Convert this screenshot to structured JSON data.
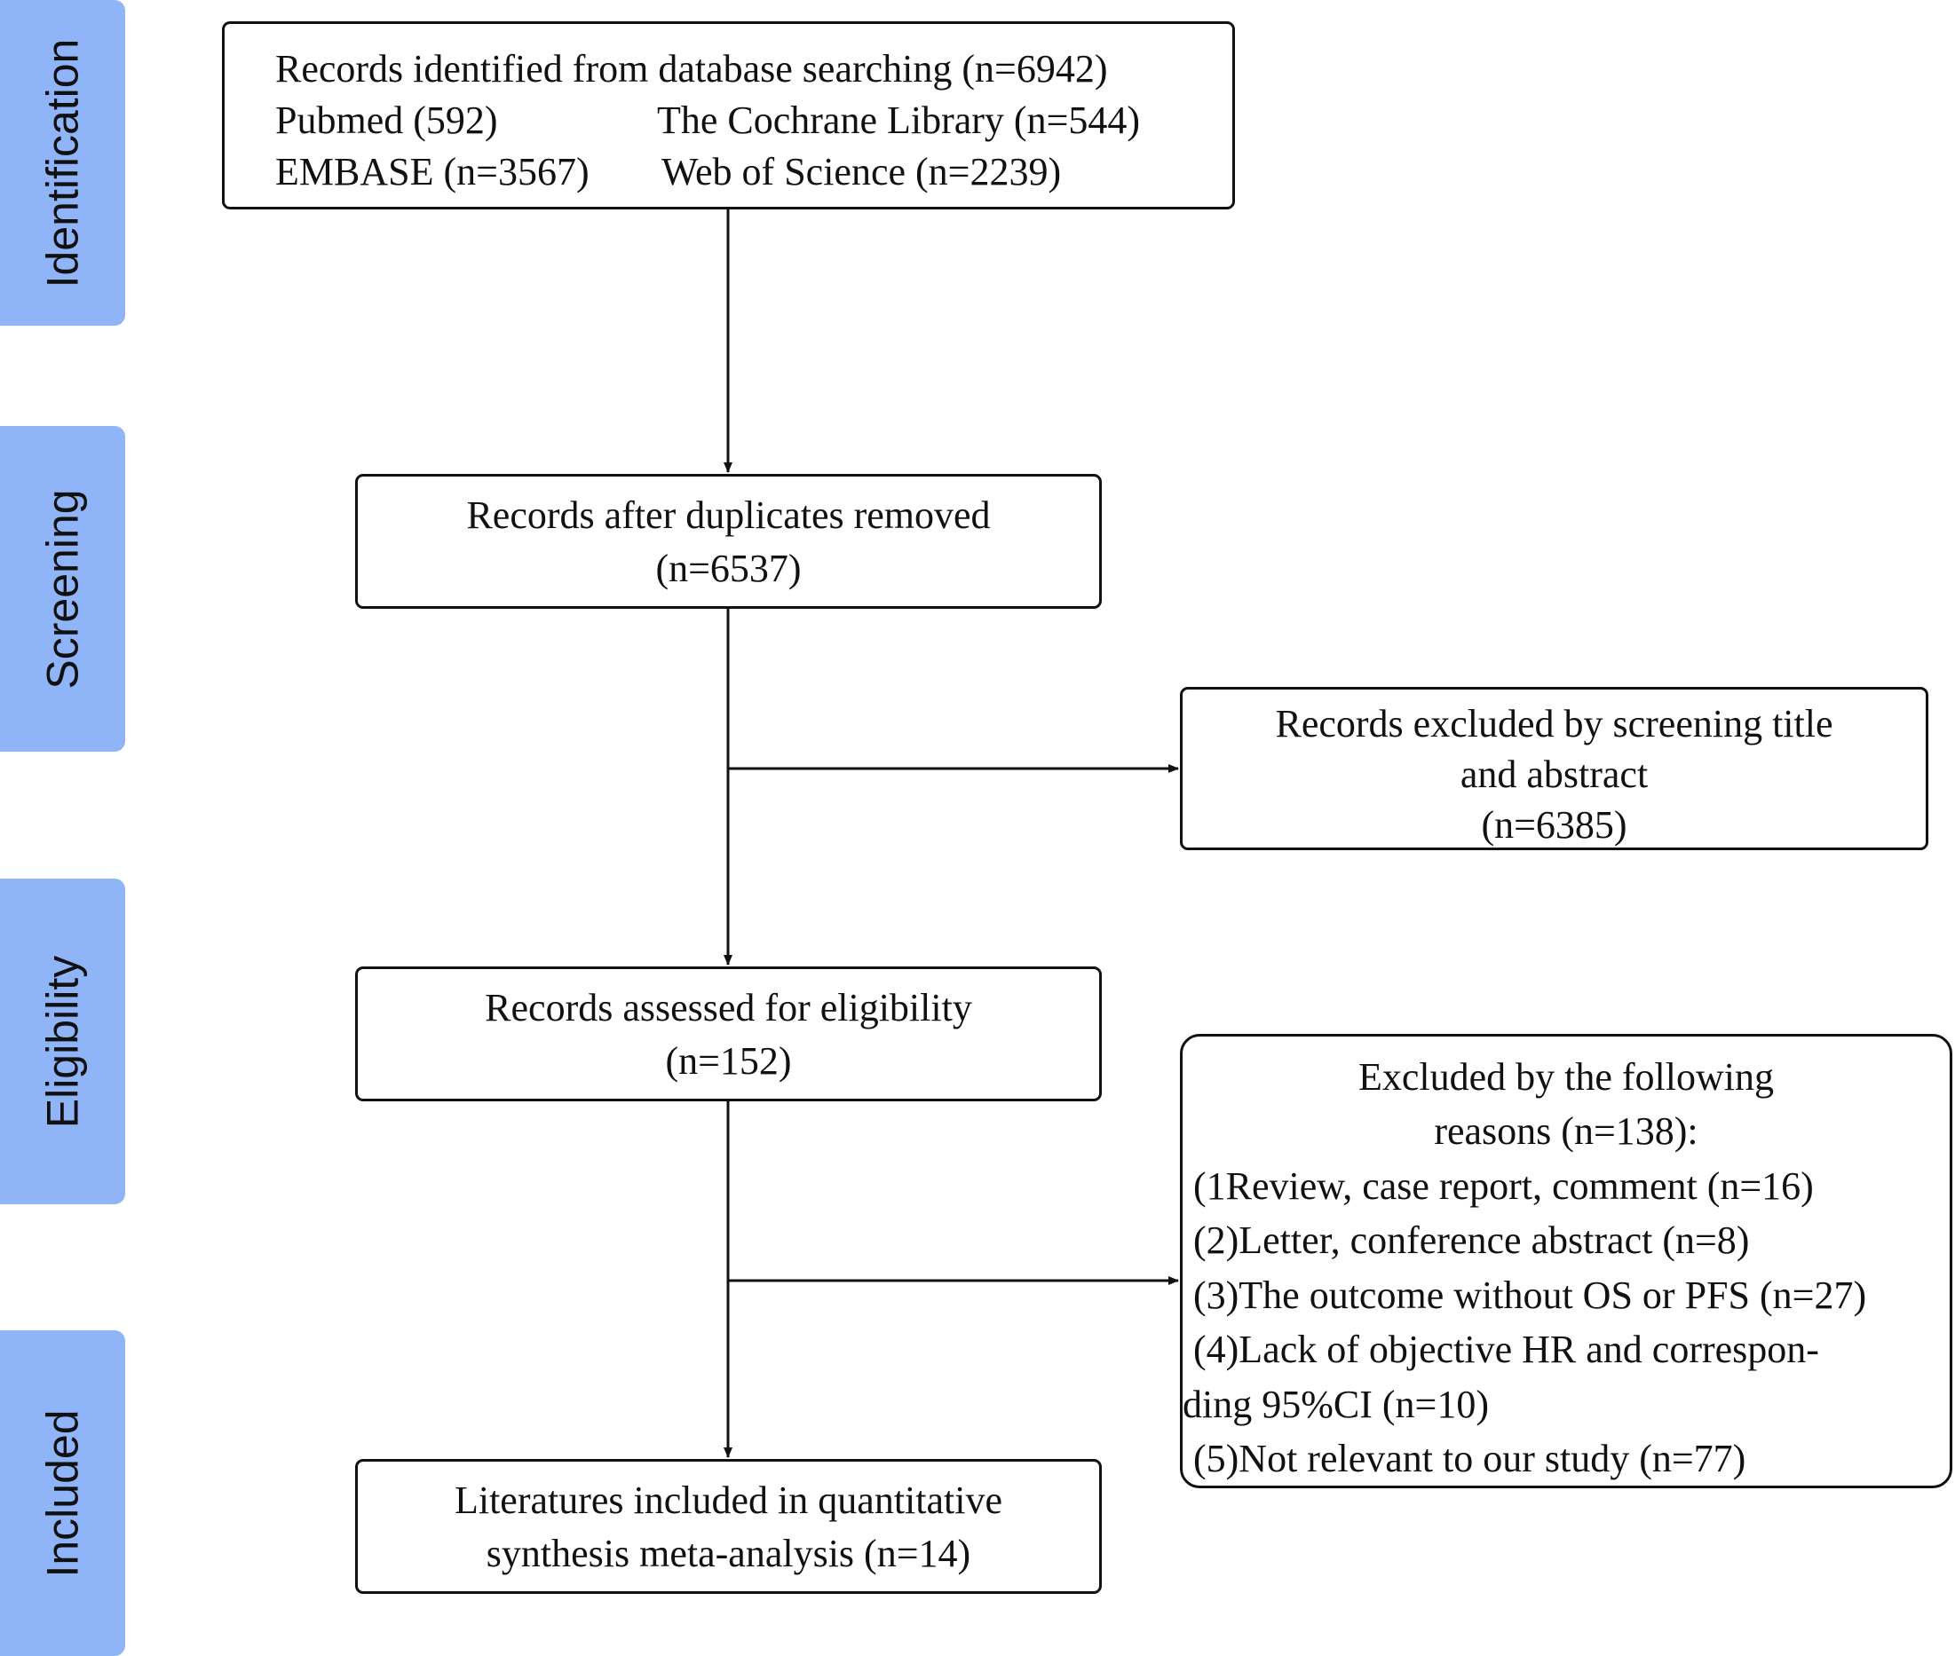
{
  "stages": [
    {
      "id": "identification",
      "label": "Identification"
    },
    {
      "id": "screening",
      "label": "Screening"
    },
    {
      "id": "eligibility",
      "label": "Eligibility"
    },
    {
      "id": "included",
      "label": "Included"
    }
  ],
  "identified": {
    "line1": "Records identified from database searching (n=6942)",
    "pubmed": "Pubmed (592)",
    "cochrane": "The Cochrane Library (n=544)",
    "embase": "EMBASE (n=3567)",
    "wos": "Web of Science (n=2239)"
  },
  "deduplicated": {
    "line1": "Records after duplicates removed",
    "line2": "(n=6537)"
  },
  "excluded_screening": {
    "line1": "Records excluded by screening title",
    "line2": "and abstract",
    "line3": "(n=6385)"
  },
  "assessed": {
    "line1": "Records assessed for eligibility",
    "line2": "(n=152)"
  },
  "excluded_reasons": {
    "heading1": "Excluded by the following",
    "heading2": "reasons (n=138):",
    "items": [
      "(1Review, case report, comment (n=16)",
      "(2)Letter, conference abstract (n=8)",
      "(3)The outcome without OS or PFS (n=27)",
      "(4)Lack of objective HR and correspon-",
      "ding  95%CI (n=10)",
      "(5)Not relevant to our study (n=77)"
    ]
  },
  "included": {
    "line1": "Literatures included in quantitative",
    "line2": "synthesis meta-analysis (n=14)"
  },
  "colors": {
    "band": "#8fb4f8",
    "stroke": "#111111"
  }
}
